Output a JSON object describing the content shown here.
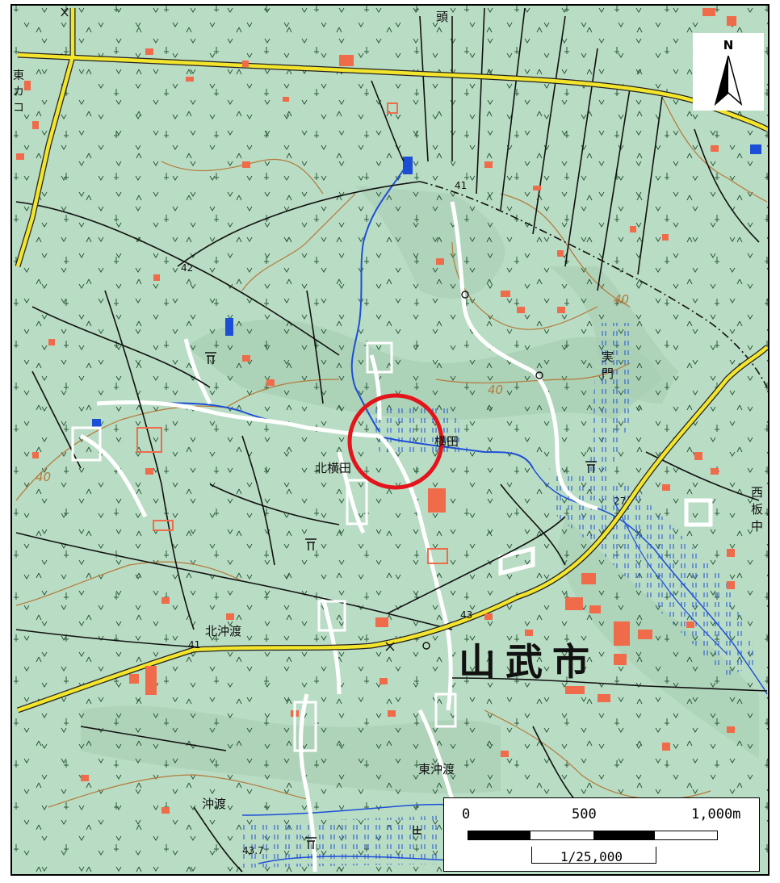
{
  "map": {
    "city_name": "山武市",
    "places": {
      "kitayokota": "北横田",
      "yokota": "横田",
      "sanemon_1": "実",
      "sanemon_2": "門",
      "kitaokido": "北沖渡",
      "higashiokido": "東沖渡",
      "okido": "沖渡",
      "nishi_1": "西",
      "nishi_2": "板",
      "nishi_3": "中",
      "top_frag": "頭",
      "left_frag_1": "東",
      "left_frag_2": "カ",
      "left_frag_3": "コ"
    },
    "elevations": {
      "e41_top": "41",
      "e42": "42",
      "e40_right": "40",
      "e40_mid": "40",
      "e40_left": "40",
      "e27": "27",
      "e43": "43",
      "e41_road": "41",
      "e43_7": "43.7"
    },
    "north_label": "N",
    "scale": {
      "zero": "0",
      "mid": "500",
      "max": "1,000m",
      "ratio": "1/25,000"
    },
    "colors": {
      "background": "#b9dcc4",
      "road_major": "#f3e52c",
      "building": "#ef6b4a",
      "water": "#1d4fd6",
      "contour": "#b57a3a",
      "marker": "#e3141b"
    }
  }
}
